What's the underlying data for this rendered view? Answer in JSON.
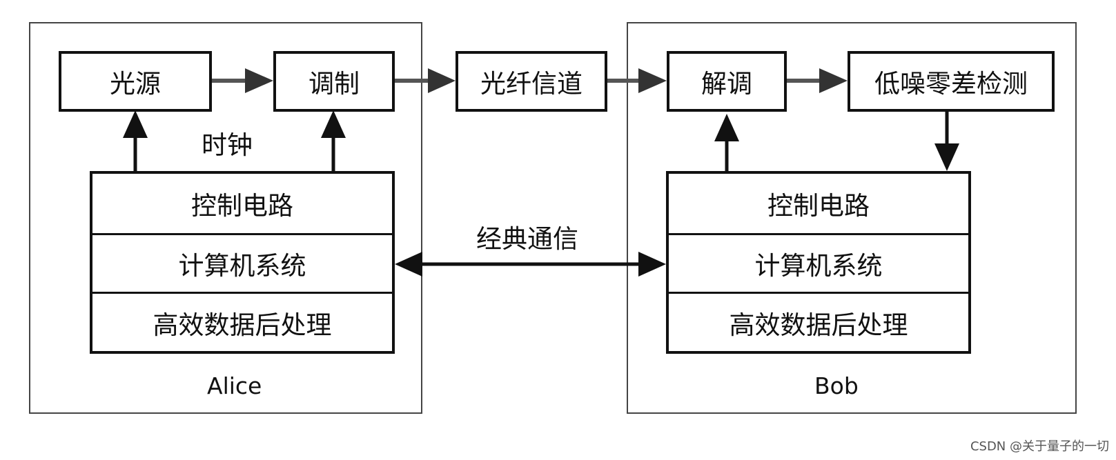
{
  "alice": {
    "name": "Alice",
    "light_source": "光源",
    "modulation": "调制",
    "clock": "时钟",
    "stack": [
      "控制电路",
      "计算机系统",
      "高效数据后处理"
    ]
  },
  "channel": {
    "fiber": "光纤信道",
    "classical": "经典通信"
  },
  "bob": {
    "name": "Bob",
    "demodulation": "解调",
    "detection": "低噪零差检测",
    "stack": [
      "控制电路",
      "计算机系统",
      "高效数据后处理"
    ]
  },
  "watermark": "CSDN @关于量子的一切"
}
